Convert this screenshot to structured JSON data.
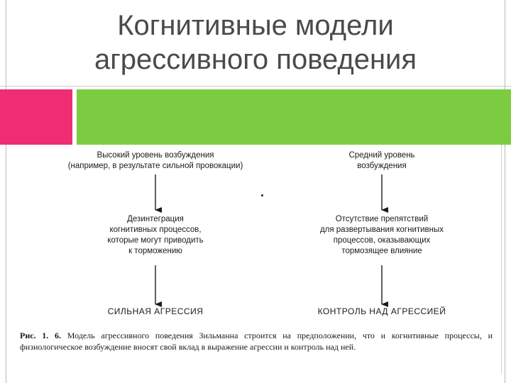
{
  "slide": {
    "title_line1": "Когнитивные модели",
    "title_line2": "агрессивного поведения"
  },
  "colors": {
    "pink_accent": "#ee2d74",
    "green_accent": "#7ccc42",
    "title_text": "#4a4a4a"
  },
  "diagram": {
    "left_top": "Высокий уровень возбуждения\n(например, в результате сильной провокации)",
    "left_middle": "Дезинтеграция\nкогнитивных процессов,\nкоторые могут приводить\nк торможению",
    "left_result": "СИЛЬНАЯ АГРЕССИЯ",
    "right_top": "Средний уровень\nвозбуждения",
    "right_middle": "Отсутствие препятствий\nдля развертывания когнитивных\nпроцессов, оказывающих\nтормозящее влияние",
    "right_result": "КОНТРОЛЬ НАД АГРЕССИЕЙ"
  },
  "caption": {
    "label": "Рис. 1. 6.",
    "text": " Модель агрессивного поведения Зильманна строится на предположении, что и когнитивные процессы, и физиологическое возбуждение вносят свой вклад в выражение агрессии и контроль над ней."
  }
}
